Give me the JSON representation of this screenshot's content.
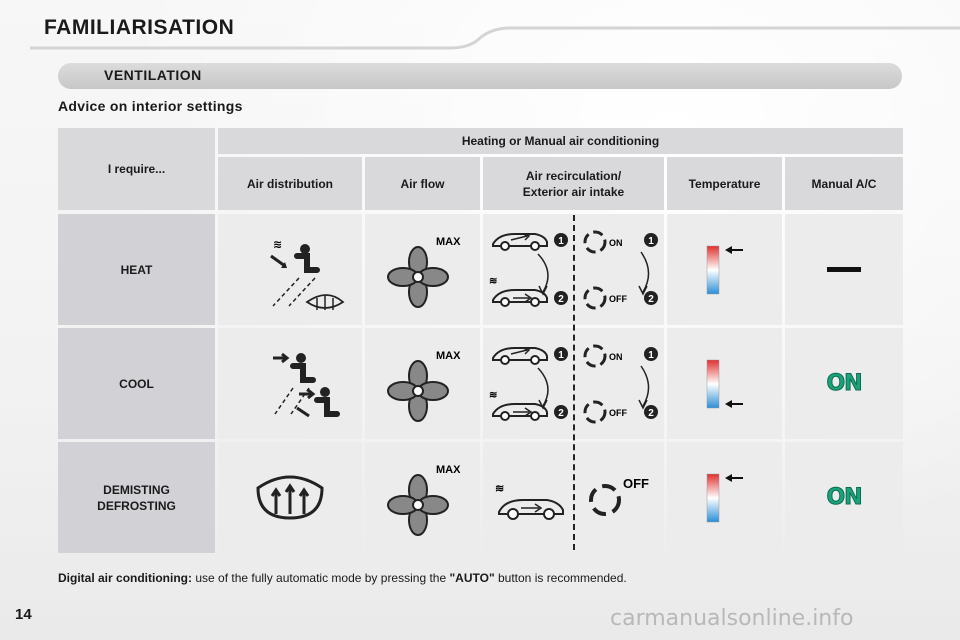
{
  "page": {
    "title": "FAMILIARISATION",
    "section": "VENTILATION",
    "subtitle": "Advice on interior settings",
    "page_number": "14",
    "watermark": "carmanualsonline.info"
  },
  "table": {
    "corner_label": "I require...",
    "group_header": "Heating or Manual air conditioning",
    "columns": [
      "Air distribution",
      "Air flow",
      "Air recirculation/ Exterior air intake",
      "Temperature",
      "Manual A/C"
    ],
    "rows": [
      {
        "label": "HEAT",
        "ac": "—"
      },
      {
        "label": "COOL",
        "ac": "ON"
      },
      {
        "label": "DEMISTING DEFROSTING",
        "ac": "ON"
      }
    ],
    "icon_text": {
      "max": "MAX",
      "on": "ON",
      "off": "OFF",
      "one": "1",
      "two": "2"
    }
  },
  "footer": {
    "lead": "Digital air conditioning:",
    "text_before": " use of the fully automatic mode by pressing the ",
    "button": "\"AUTO\"",
    "text_after": " button is recommended."
  },
  "colors": {
    "accent_on": "#1aa37a",
    "header_bg": "#d9d9dc",
    "cell_bg": "#ececec"
  }
}
